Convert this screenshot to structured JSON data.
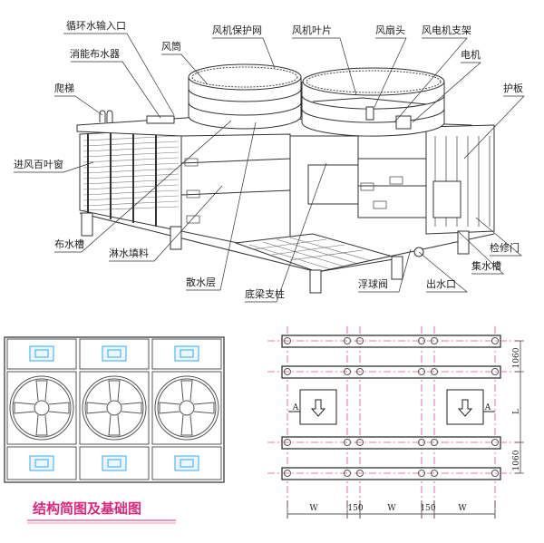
{
  "diagram": {
    "title": "结构简图及基础图",
    "colors": {
      "line": "#333333",
      "accent_pink": "#e0267a",
      "centerline": "#e84a9a",
      "vent_blue": "#33aaee"
    },
    "isometric_view": {
      "callouts": [
        {
          "id": "inlet",
          "label": "循环水输入口"
        },
        {
          "id": "distributor",
          "label": "消能布水器"
        },
        {
          "id": "ladder",
          "label": "爬梯"
        },
        {
          "id": "fan-stack",
          "label": "风筒"
        },
        {
          "id": "fan-guard",
          "label": "风机保护网"
        },
        {
          "id": "fan-blade",
          "label": "风机叶片"
        },
        {
          "id": "fan-hub",
          "label": "风扇头"
        },
        {
          "id": "motor-bracket",
          "label": "风电机支架"
        },
        {
          "id": "motor",
          "label": "电机"
        },
        {
          "id": "panel",
          "label": "护板"
        },
        {
          "id": "louver",
          "label": "进风百叶窗"
        },
        {
          "id": "basin",
          "label": "布水槽"
        },
        {
          "id": "fill",
          "label": "淋水填料"
        },
        {
          "id": "spray-layer",
          "label": "散水层"
        },
        {
          "id": "base-column",
          "label": "底梁支柱"
        },
        {
          "id": "float-valve",
          "label": "浮球阀"
        },
        {
          "id": "outlet",
          "label": "出水口"
        },
        {
          "id": "collect-basin",
          "label": "集水槽"
        },
        {
          "id": "access-door",
          "label": "检修门"
        }
      ]
    },
    "plan_view": {
      "fan_cells": 3,
      "rows": [
        "vent",
        "fan",
        "vent"
      ]
    },
    "foundation_view": {
      "beams": 4,
      "dimensions": {
        "top_gap": "1060",
        "middle": "L",
        "bottom_gap": "1060",
        "widths": [
          "W",
          "150",
          "W",
          "150",
          "W"
        ],
        "section_marks": [
          "A",
          "A"
        ]
      }
    }
  }
}
